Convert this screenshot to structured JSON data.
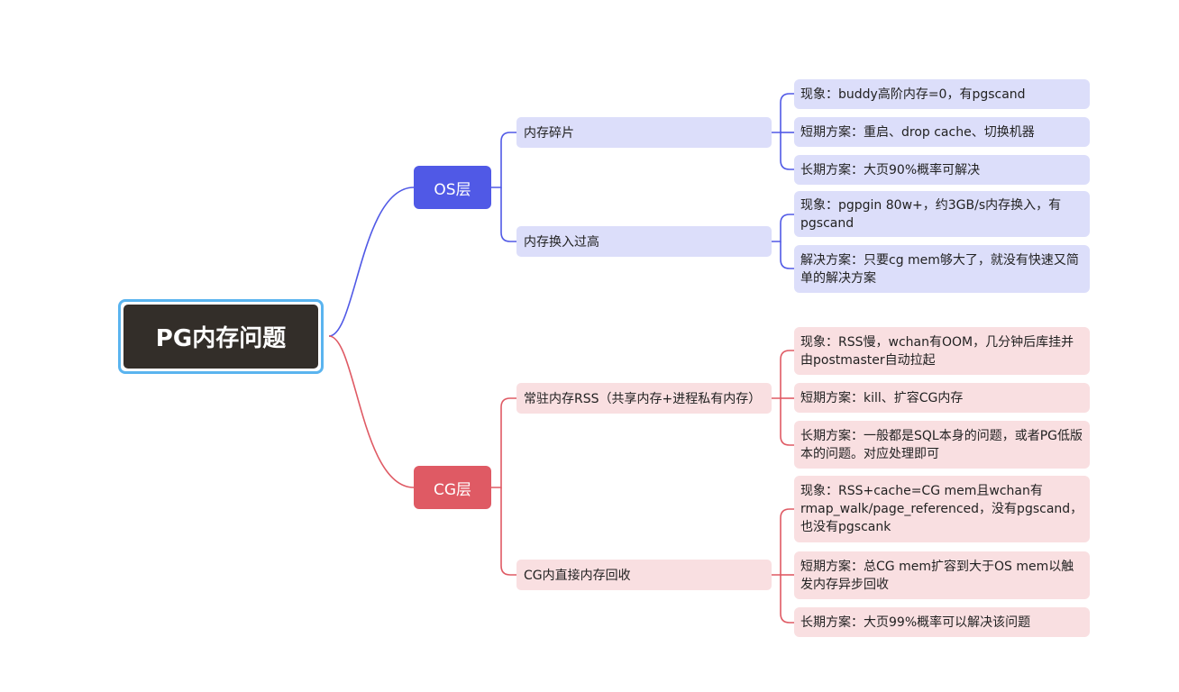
{
  "root": {
    "label": "PG内存问题"
  },
  "colors": {
    "os": "#5059e6",
    "cg": "#df5a64",
    "root_border": "#5ab4ef",
    "root_fill": "#332e29"
  },
  "os": {
    "label": "OS层",
    "children": [
      {
        "label": "内存碎片",
        "children": [
          "现象：buddy高阶内存=0，有pgscand",
          "短期方案：重启、drop cache、切换机器",
          "长期方案：大页90%概率可解决"
        ]
      },
      {
        "label": "内存换入过高",
        "children": [
          "现象：pgpgin 80w+，约3GB/s内存换入，有pgscand",
          "解决方案：只要cg mem够大了，就没有快速又简单的解决方案"
        ]
      }
    ]
  },
  "cg": {
    "label": "CG层",
    "children": [
      {
        "label": "常驻内存RSS（共享内存+进程私有内存）",
        "children": [
          "现象：RSS慢，wchan有OOM，几分钟后库挂并由postmaster自动拉起",
          "短期方案：kill、扩容CG内存",
          "长期方案：一般都是SQL本身的问题，或者PG低版本的问题。对应处理即可"
        ]
      },
      {
        "label": "CG内直接内存回收",
        "children": [
          "现象：RSS+cache=CG mem且wchan有rmap_walk/page_referenced，没有pgscand，也没有pgscank",
          "短期方案：总CG mem扩容到大于OS mem以触发内存异步回收",
          "长期方案：大页99%概率可以解决该问题"
        ]
      }
    ]
  }
}
